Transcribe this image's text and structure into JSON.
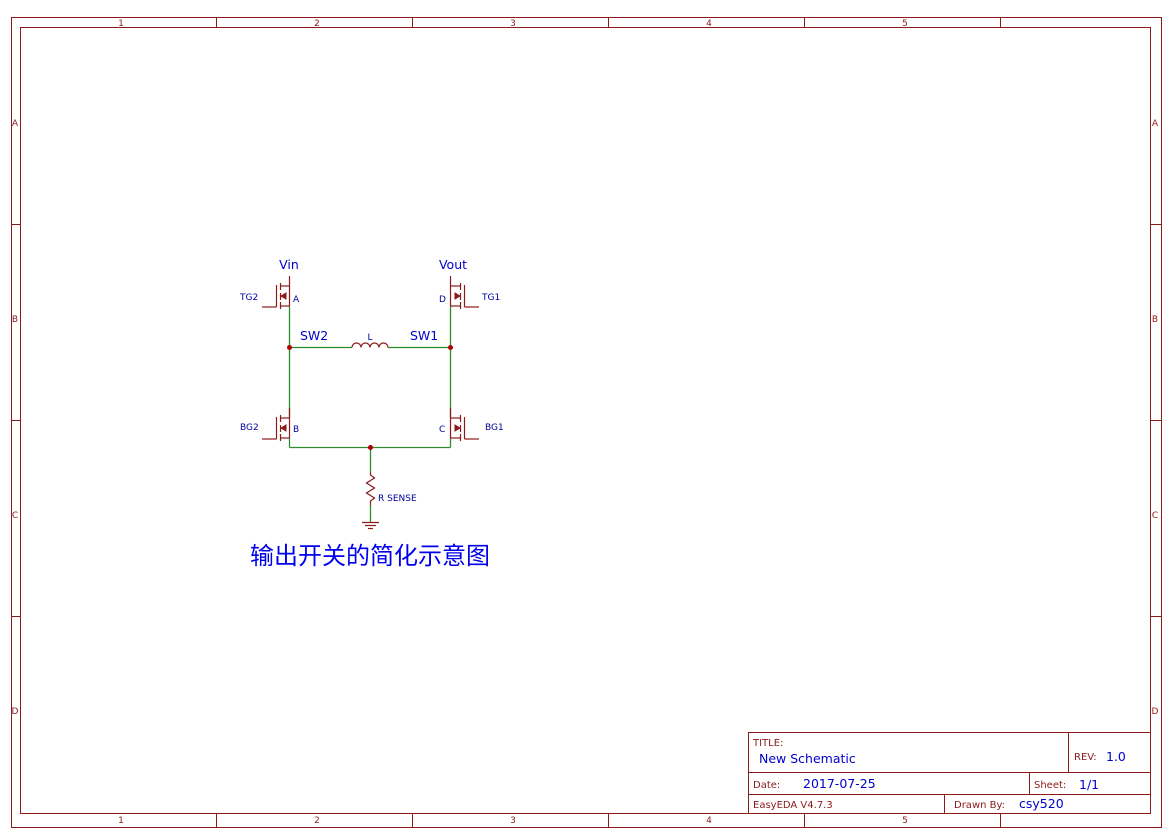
{
  "ruler": {
    "columns": [
      "1",
      "2",
      "3",
      "4",
      "5"
    ],
    "rows": [
      "A",
      "B",
      "C",
      "D"
    ]
  },
  "nets": {
    "vin": "Vin",
    "vout": "Vout",
    "sw2": "SW2",
    "sw1": "SW1"
  },
  "parts": {
    "tg2": {
      "name": "TG2",
      "pin": "A"
    },
    "tg1": {
      "name": "TG1",
      "pin": "D"
    },
    "bg2": {
      "name": "BG2",
      "pin": "B"
    },
    "bg1": {
      "name": "BG1",
      "pin": "C"
    },
    "inductor": "L",
    "resistor": "R SENSE"
  },
  "caption": "输出开关的简化示意图",
  "title_block": {
    "title_label": "TITLE:",
    "title_value": "New Schematic",
    "rev_label": "REV:",
    "rev_value": "1.0",
    "date_label": "Date:",
    "date_value": "2017-07-25",
    "sheet_label": "Sheet:",
    "sheet_value": "1/1",
    "software": "EasyEDA V4.7.3",
    "drawn_label": "Drawn By:",
    "drawn_value": "csy520"
  },
  "colors": {
    "frame": "#8b1a1a",
    "wire": "#2e8b2e",
    "net_label": "#0000cc",
    "caption": "#0000ee",
    "junction": "#b30000"
  }
}
